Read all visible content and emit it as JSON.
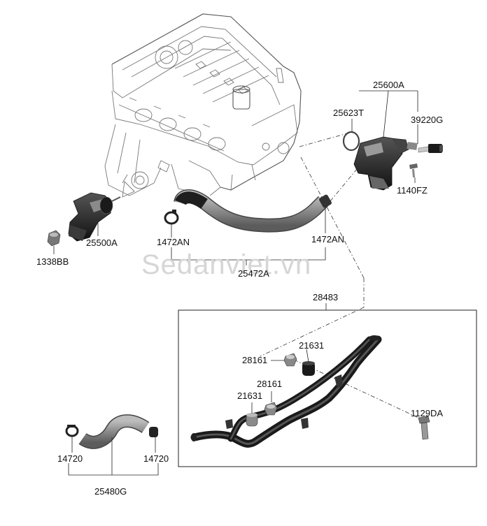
{
  "watermark": "Sedanviet.vn",
  "labels": {
    "p25600A": "25600A",
    "p25623T": "25623T",
    "p39220G": "39220G",
    "p1140FZ": "1140FZ",
    "p25500A": "25500A",
    "p1338BB": "1338BB",
    "p1472AN_left": "1472AN",
    "p1472AN_right": "1472AN",
    "p25472A": "25472A",
    "p28483": "28483",
    "p28161_top": "28161",
    "p21631_top": "21631",
    "p28161_bottom": "28161",
    "p21631_bottom": "21631",
    "p1129DA": "1129DA",
    "p14720_left": "14720",
    "p14720_right": "14720",
    "p25480G": "25480G"
  },
  "colors": {
    "part_dark": "#2b2b2b",
    "part_mid": "#6e6e6e",
    "part_light": "#9a9a9a",
    "line": "#222222",
    "engine": "#777777",
    "watermark": "#d6d6d6"
  }
}
